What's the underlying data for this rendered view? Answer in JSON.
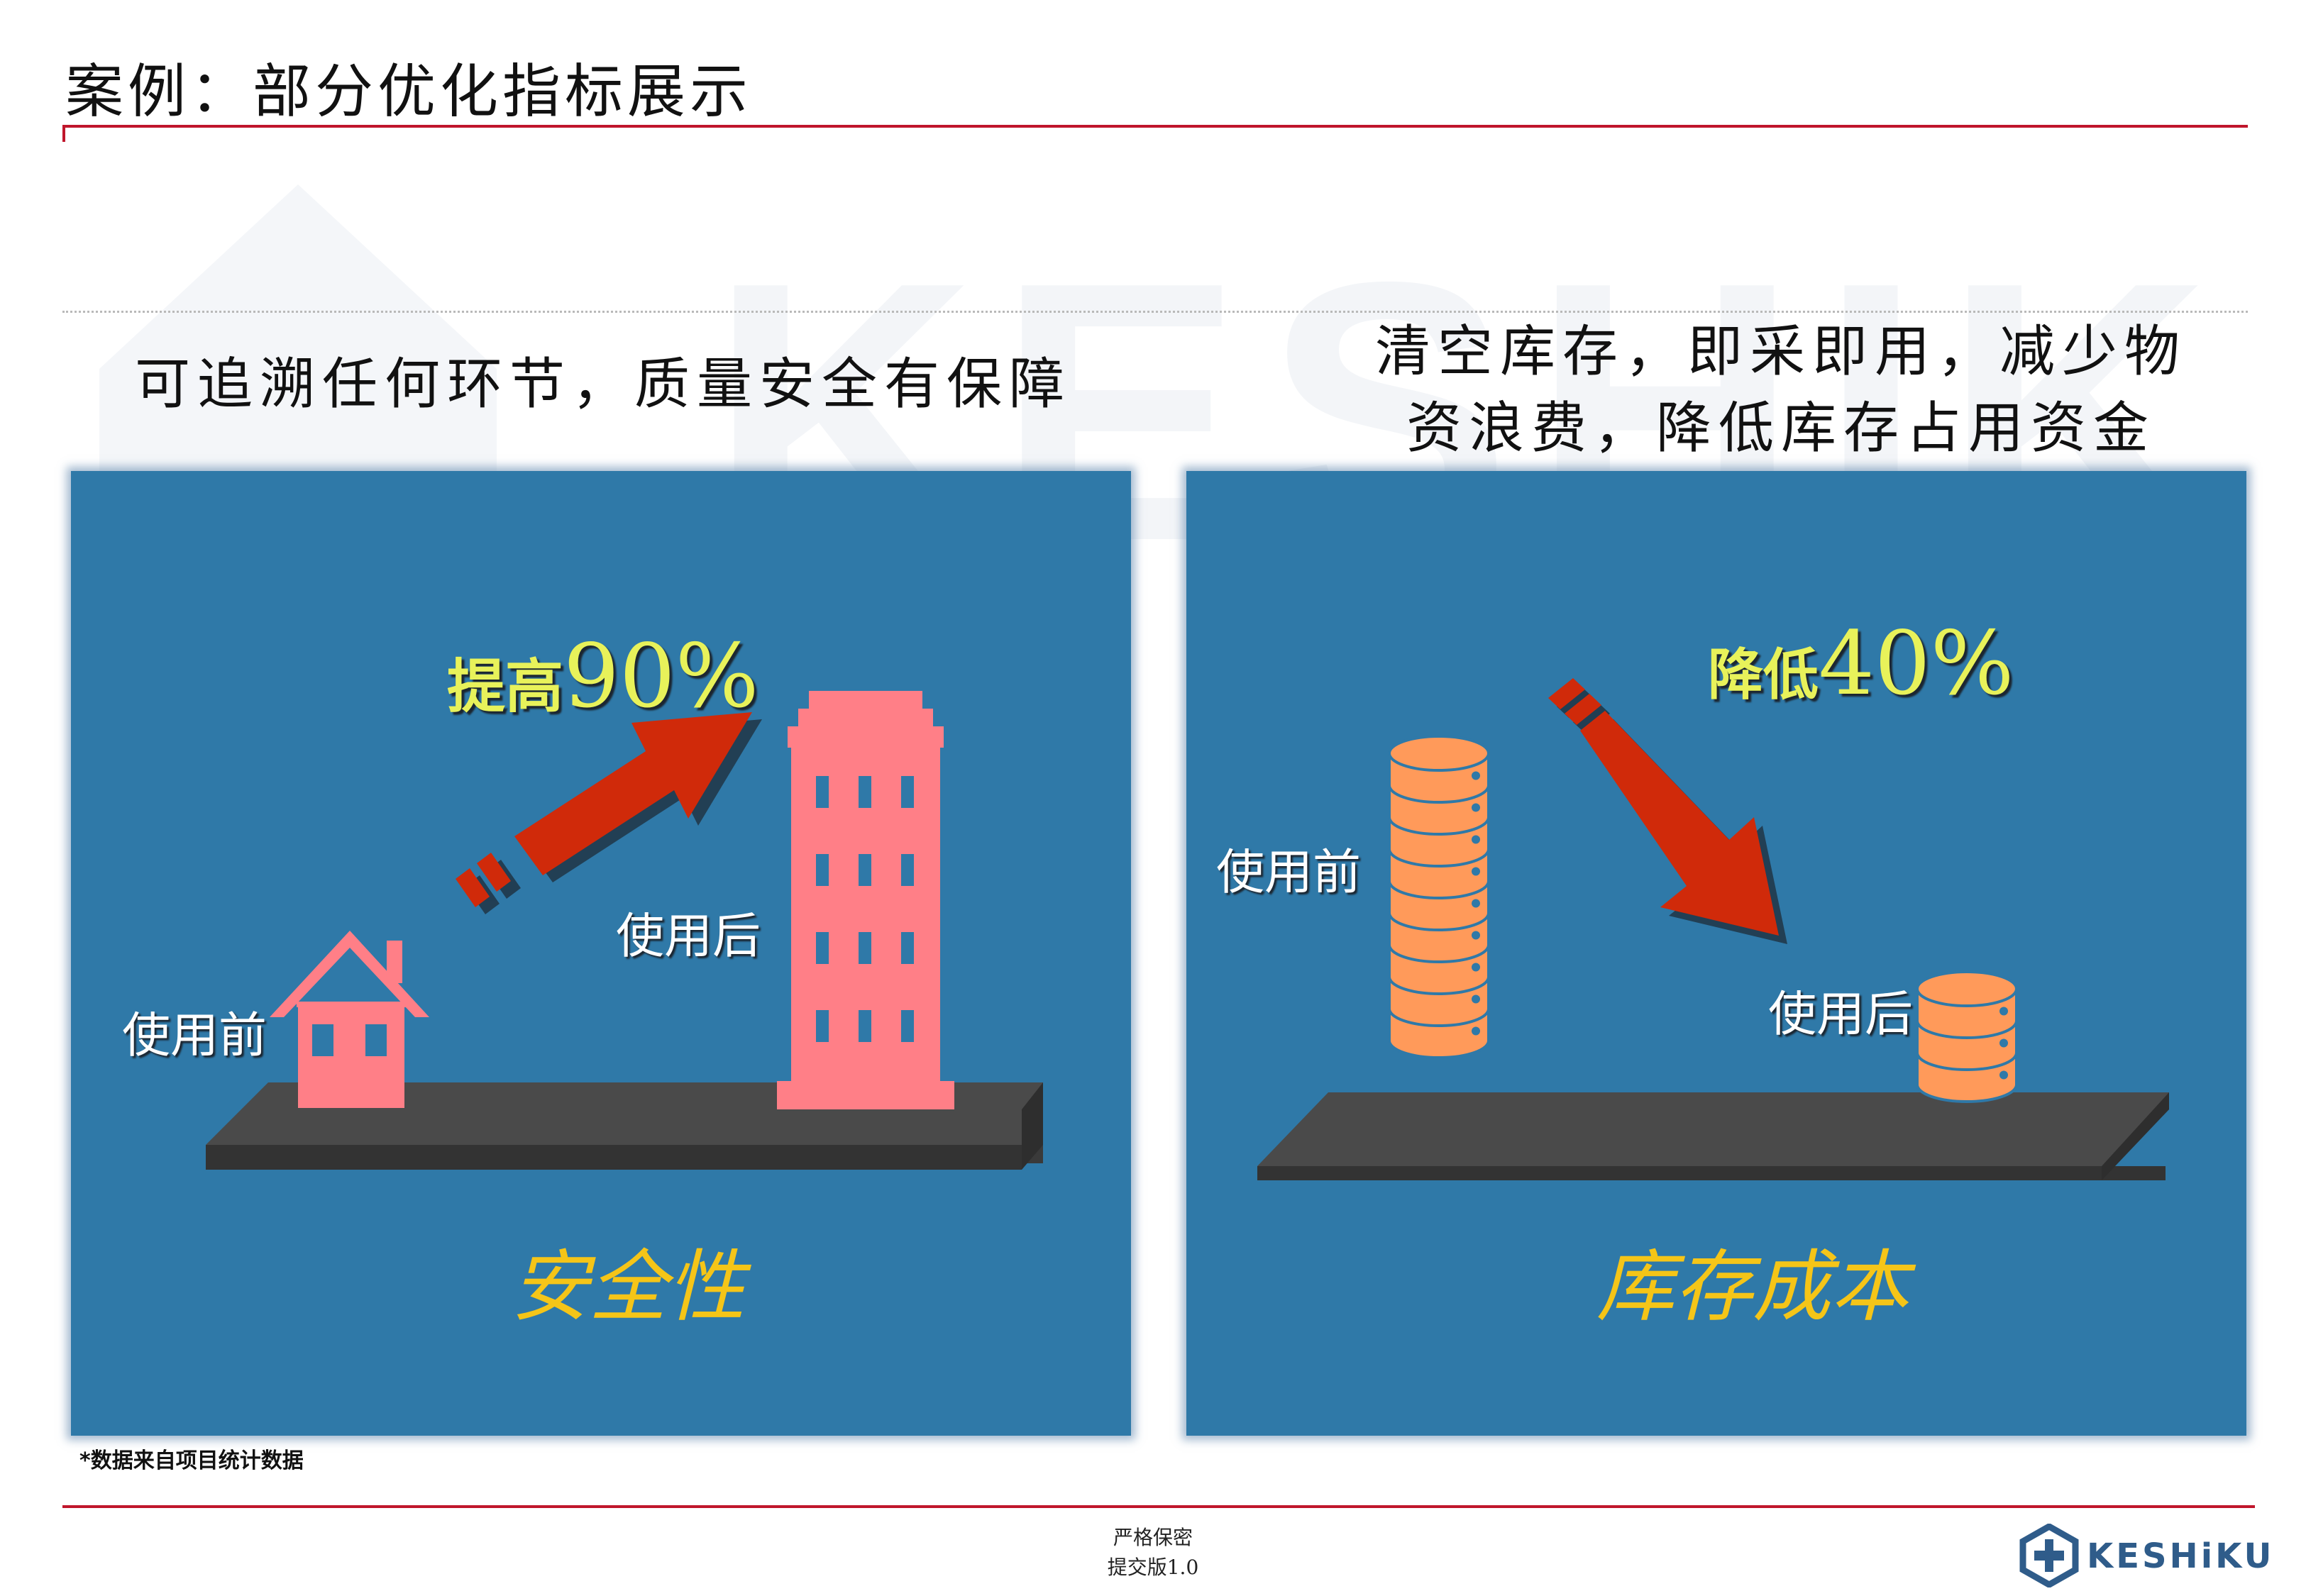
{
  "page": {
    "title": "案例：部分优化指标展示",
    "footnote": "*数据来自项目统计数据",
    "footer_confidential": "严格保密",
    "footer_version": "提交版1.0",
    "watermark_text": "KESHIKU"
  },
  "brand": {
    "logo_text": "KESHiKU",
    "color": "#2f5c8a"
  },
  "colors": {
    "accent_red": "#c0162c",
    "panel_blue": "#2f79a8",
    "label_yellow": "#f5c518",
    "arrow_red": "#d02a0a",
    "building_pink": "#ff7f87",
    "coin_orange": "#ff9a5a",
    "platform": "#4a4a4a"
  },
  "left": {
    "caption": "可追溯任何环节，质量安全有保障",
    "metric_prefix": "提高",
    "metric_value": "90%",
    "before_label": "使用前",
    "after_label": "使用后",
    "category": "安全性"
  },
  "right": {
    "caption_line1": "清空库存，即采即用，减少物",
    "caption_line2": "资浪费，降低库存占用资金",
    "metric_prefix": "降低",
    "metric_value": "40%",
    "before_label": "使用前",
    "after_label": "使用后",
    "category": "库存成本"
  }
}
